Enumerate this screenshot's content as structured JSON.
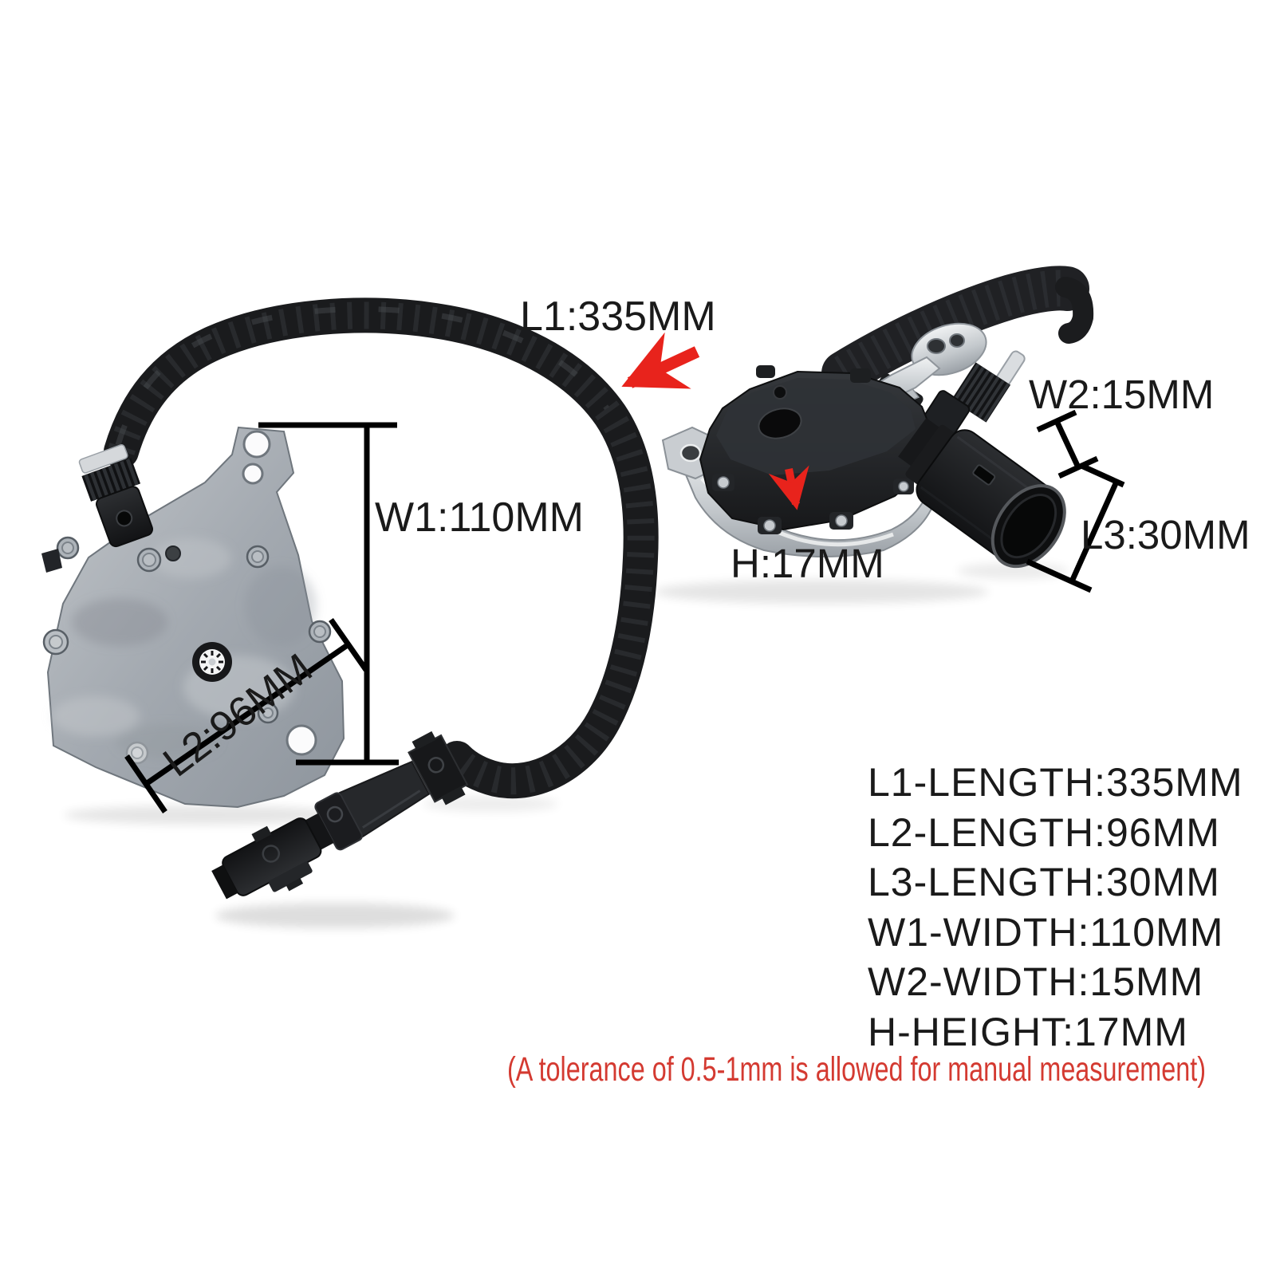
{
  "annotations": {
    "l1": "L1:335MM",
    "w1": "W1:110MM",
    "l2": "L2:96MM",
    "w2": "W2:15MM",
    "l3": "L3:30MM",
    "h": "H:17MM"
  },
  "spec_list": [
    "L1-LENGTH:335MM",
    "L2-LENGTH:96MM",
    "L3-LENGTH:30MM",
    "W1-WIDTH:110MM",
    "W2-WIDTH:15MM",
    "H-HEIGHT:17MM"
  ],
  "tolerance_note": "(A tolerance of 0.5-1mm is allowed for manual measurement)",
  "colors": {
    "background": "#ffffff",
    "annotation_text": "#1a1a1a",
    "dimension_line": "#000000",
    "arrow_red": "#e8231c",
    "tolerance_red": "#d43a31"
  }
}
